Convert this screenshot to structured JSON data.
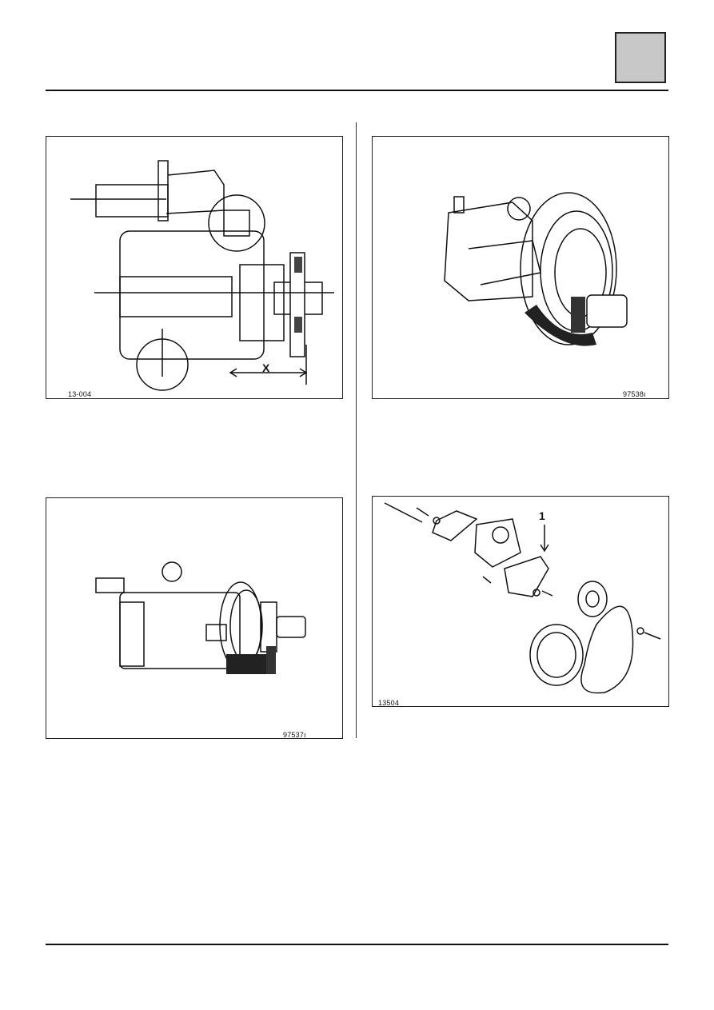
{
  "figures": [
    {
      "id": "fig-tl",
      "label": "13-004",
      "dimension_label": "X"
    },
    {
      "id": "fig-tr",
      "label": "97538ı"
    },
    {
      "id": "fig-bl",
      "label": "97537ı"
    },
    {
      "id": "fig-br",
      "label": "13504",
      "callout": "1"
    }
  ]
}
